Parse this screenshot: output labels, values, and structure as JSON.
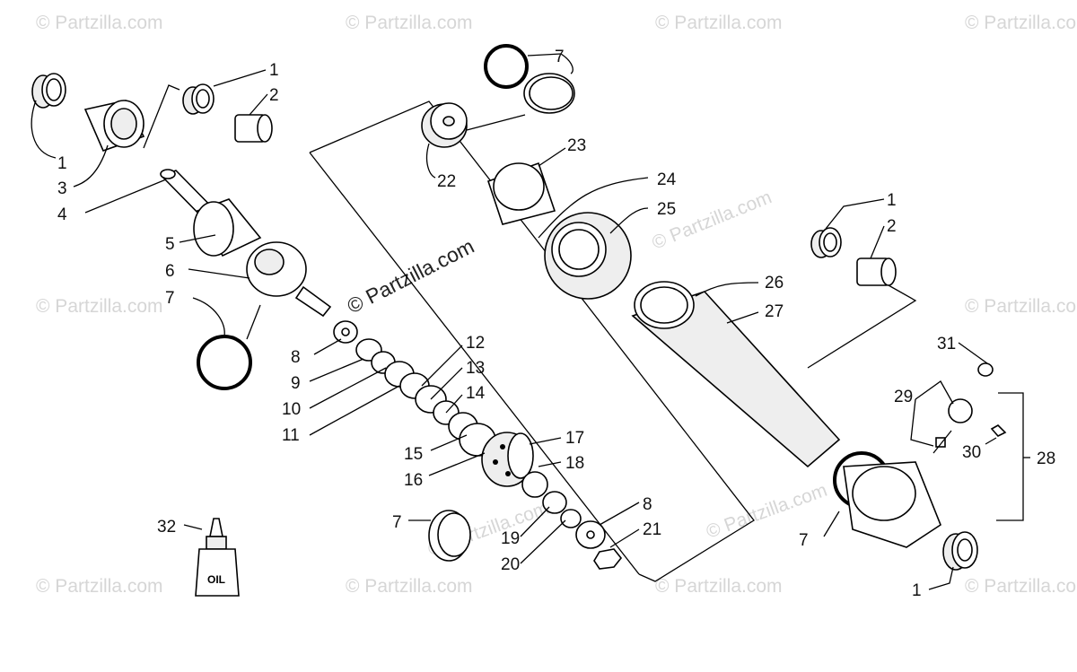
{
  "watermark": {
    "tile_text": "© Partzilla.com",
    "main_text": "© Partzilla.com"
  },
  "oil_bottle_text": "OIL",
  "callouts": [
    {
      "id": "c-1a",
      "text": "1"
    },
    {
      "id": "c-2a",
      "text": "2"
    },
    {
      "id": "c-1b",
      "text": "1"
    },
    {
      "id": "c-3",
      "text": "3"
    },
    {
      "id": "c-4",
      "text": "4"
    },
    {
      "id": "c-5",
      "text": "5"
    },
    {
      "id": "c-6",
      "text": "6"
    },
    {
      "id": "c-7a",
      "text": "7"
    },
    {
      "id": "c-8a",
      "text": "8"
    },
    {
      "id": "c-9",
      "text": "9"
    },
    {
      "id": "c-10",
      "text": "10"
    },
    {
      "id": "c-11",
      "text": "11"
    },
    {
      "id": "c-12",
      "text": "12"
    },
    {
      "id": "c-13",
      "text": "13"
    },
    {
      "id": "c-14",
      "text": "14"
    },
    {
      "id": "c-15",
      "text": "15"
    },
    {
      "id": "c-16",
      "text": "16"
    },
    {
      "id": "c-17",
      "text": "17"
    },
    {
      "id": "c-18",
      "text": "18"
    },
    {
      "id": "c-7b",
      "text": "7"
    },
    {
      "id": "c-19",
      "text": "19"
    },
    {
      "id": "c-8b",
      "text": "8"
    },
    {
      "id": "c-21",
      "text": "21"
    },
    {
      "id": "c-20",
      "text": "20"
    },
    {
      "id": "c-32",
      "text": "32"
    },
    {
      "id": "c-7c",
      "text": "7"
    },
    {
      "id": "c-22",
      "text": "22"
    },
    {
      "id": "c-23",
      "text": "23"
    },
    {
      "id": "c-24",
      "text": "24"
    },
    {
      "id": "c-25",
      "text": "25"
    },
    {
      "id": "c-26",
      "text": "26"
    },
    {
      "id": "c-27",
      "text": "27"
    },
    {
      "id": "c-1c",
      "text": "1"
    },
    {
      "id": "c-2b",
      "text": "2"
    },
    {
      "id": "c-31",
      "text": "31"
    },
    {
      "id": "c-29",
      "text": "29"
    },
    {
      "id": "c-30",
      "text": "30"
    },
    {
      "id": "c-28",
      "text": "28"
    },
    {
      "id": "c-7d",
      "text": "7"
    },
    {
      "id": "c-1d",
      "text": "1"
    }
  ]
}
